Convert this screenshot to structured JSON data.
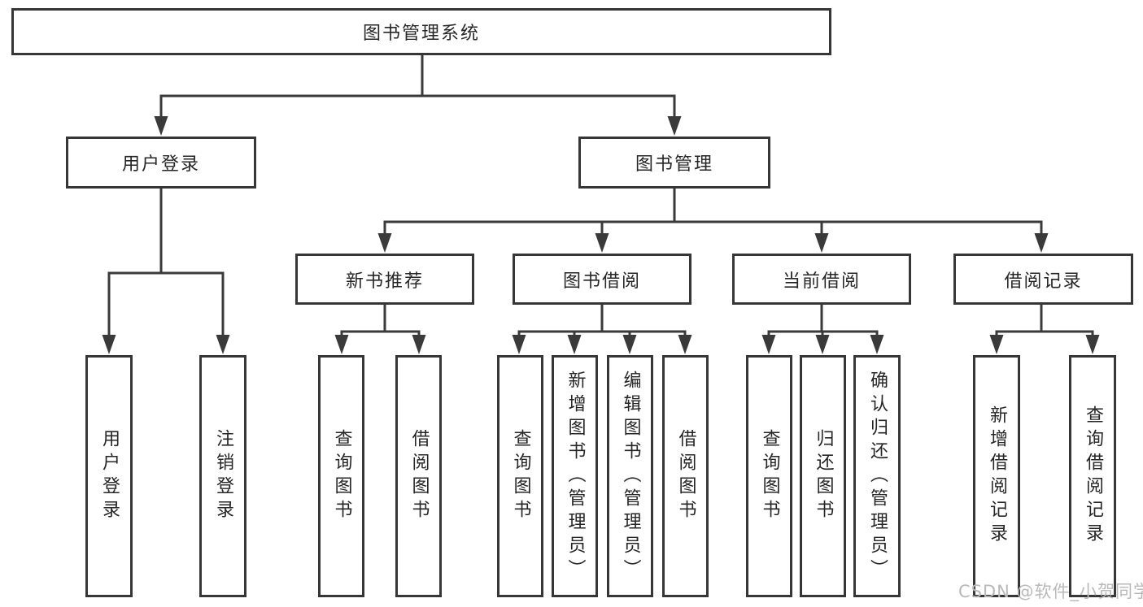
{
  "colors": {
    "line": "#3a3a3a",
    "border": "#363636",
    "text": "#262626",
    "watermark": "#b9b9b9",
    "background": "#ffffff"
  },
  "watermark": {
    "text": "CSDN @软件_小贺同学"
  },
  "diagram": {
    "root": {
      "label": "图书管理系统"
    },
    "level1": [
      {
        "label": "用户登录"
      },
      {
        "label": "图书管理"
      }
    ],
    "level2": [
      {
        "label": "新书推荐",
        "parent": "图书管理"
      },
      {
        "label": "图书借阅",
        "parent": "图书管理"
      },
      {
        "label": "当前借阅",
        "parent": "图书管理"
      },
      {
        "label": "借阅记录",
        "parent": "图书管理"
      }
    ],
    "leaves": [
      {
        "label": "用户登录",
        "parent": "用户登录"
      },
      {
        "label": "注销登录",
        "parent": "用户登录"
      },
      {
        "label": "查询图书",
        "parent": "新书推荐"
      },
      {
        "label": "借阅图书",
        "parent": "新书推荐"
      },
      {
        "label": "查询图书",
        "parent": "图书借阅"
      },
      {
        "label": "新增图书（管理员）",
        "parent": "图书借阅"
      },
      {
        "label": "编辑图书（管理员）",
        "parent": "图书借阅"
      },
      {
        "label": "借阅图书",
        "parent": "图书借阅"
      },
      {
        "label": "查询图书",
        "parent": "当前借阅"
      },
      {
        "label": "归还图书",
        "parent": "当前借阅"
      },
      {
        "label": "确认归还（管理员）",
        "parent": "当前借阅"
      },
      {
        "label": "新增借阅记录",
        "parent": "借阅记录"
      },
      {
        "label": "查询借阅记录",
        "parent": "借阅记录"
      }
    ]
  }
}
